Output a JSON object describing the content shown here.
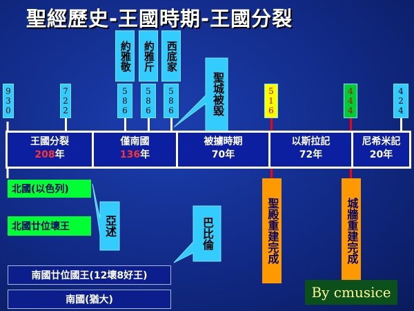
{
  "title": "聖經歷史-王國時期-王國分裂",
  "top_labels": [
    "約雅敬",
    "約雅斤",
    "西底家"
  ],
  "city_destroyed": "聖城被毀",
  "years": {
    "y930": "930",
    "y722": "722",
    "y586a": "586",
    "y586b": "586",
    "y586c": "586",
    "y516": "516",
    "y444": "444",
    "y424": "424"
  },
  "periods": [
    {
      "name": "王國分裂",
      "duration": "208",
      "unit": "年"
    },
    {
      "name": "僅南國",
      "duration": "136",
      "unit": "年"
    },
    {
      "name": "被擄時期",
      "duration": "70",
      "unit": "年"
    },
    {
      "name": "以斯拉記",
      "duration": "72",
      "unit": "年"
    },
    {
      "name": "尼希米記",
      "duration": "20",
      "unit": "年"
    }
  ],
  "north_kingdom": "北國(以色列)",
  "north_kings": "北國廿位壞王",
  "assyria": "亞述",
  "babylon": "巴比倫",
  "south_kings": "南國廿位國王(12壞8好王)",
  "south_kingdom": "南國(猶大)",
  "temple_rebuilt": "聖殿重建完成",
  "wall_rebuilt": "城牆重建完成",
  "credit": "By cmusice",
  "colors": {
    "background": "#112a86",
    "cyan": "#33ccff",
    "green": "#00ff33",
    "orange": "#ff9900",
    "red": "#ff0000",
    "yellow": "#ffff00"
  }
}
